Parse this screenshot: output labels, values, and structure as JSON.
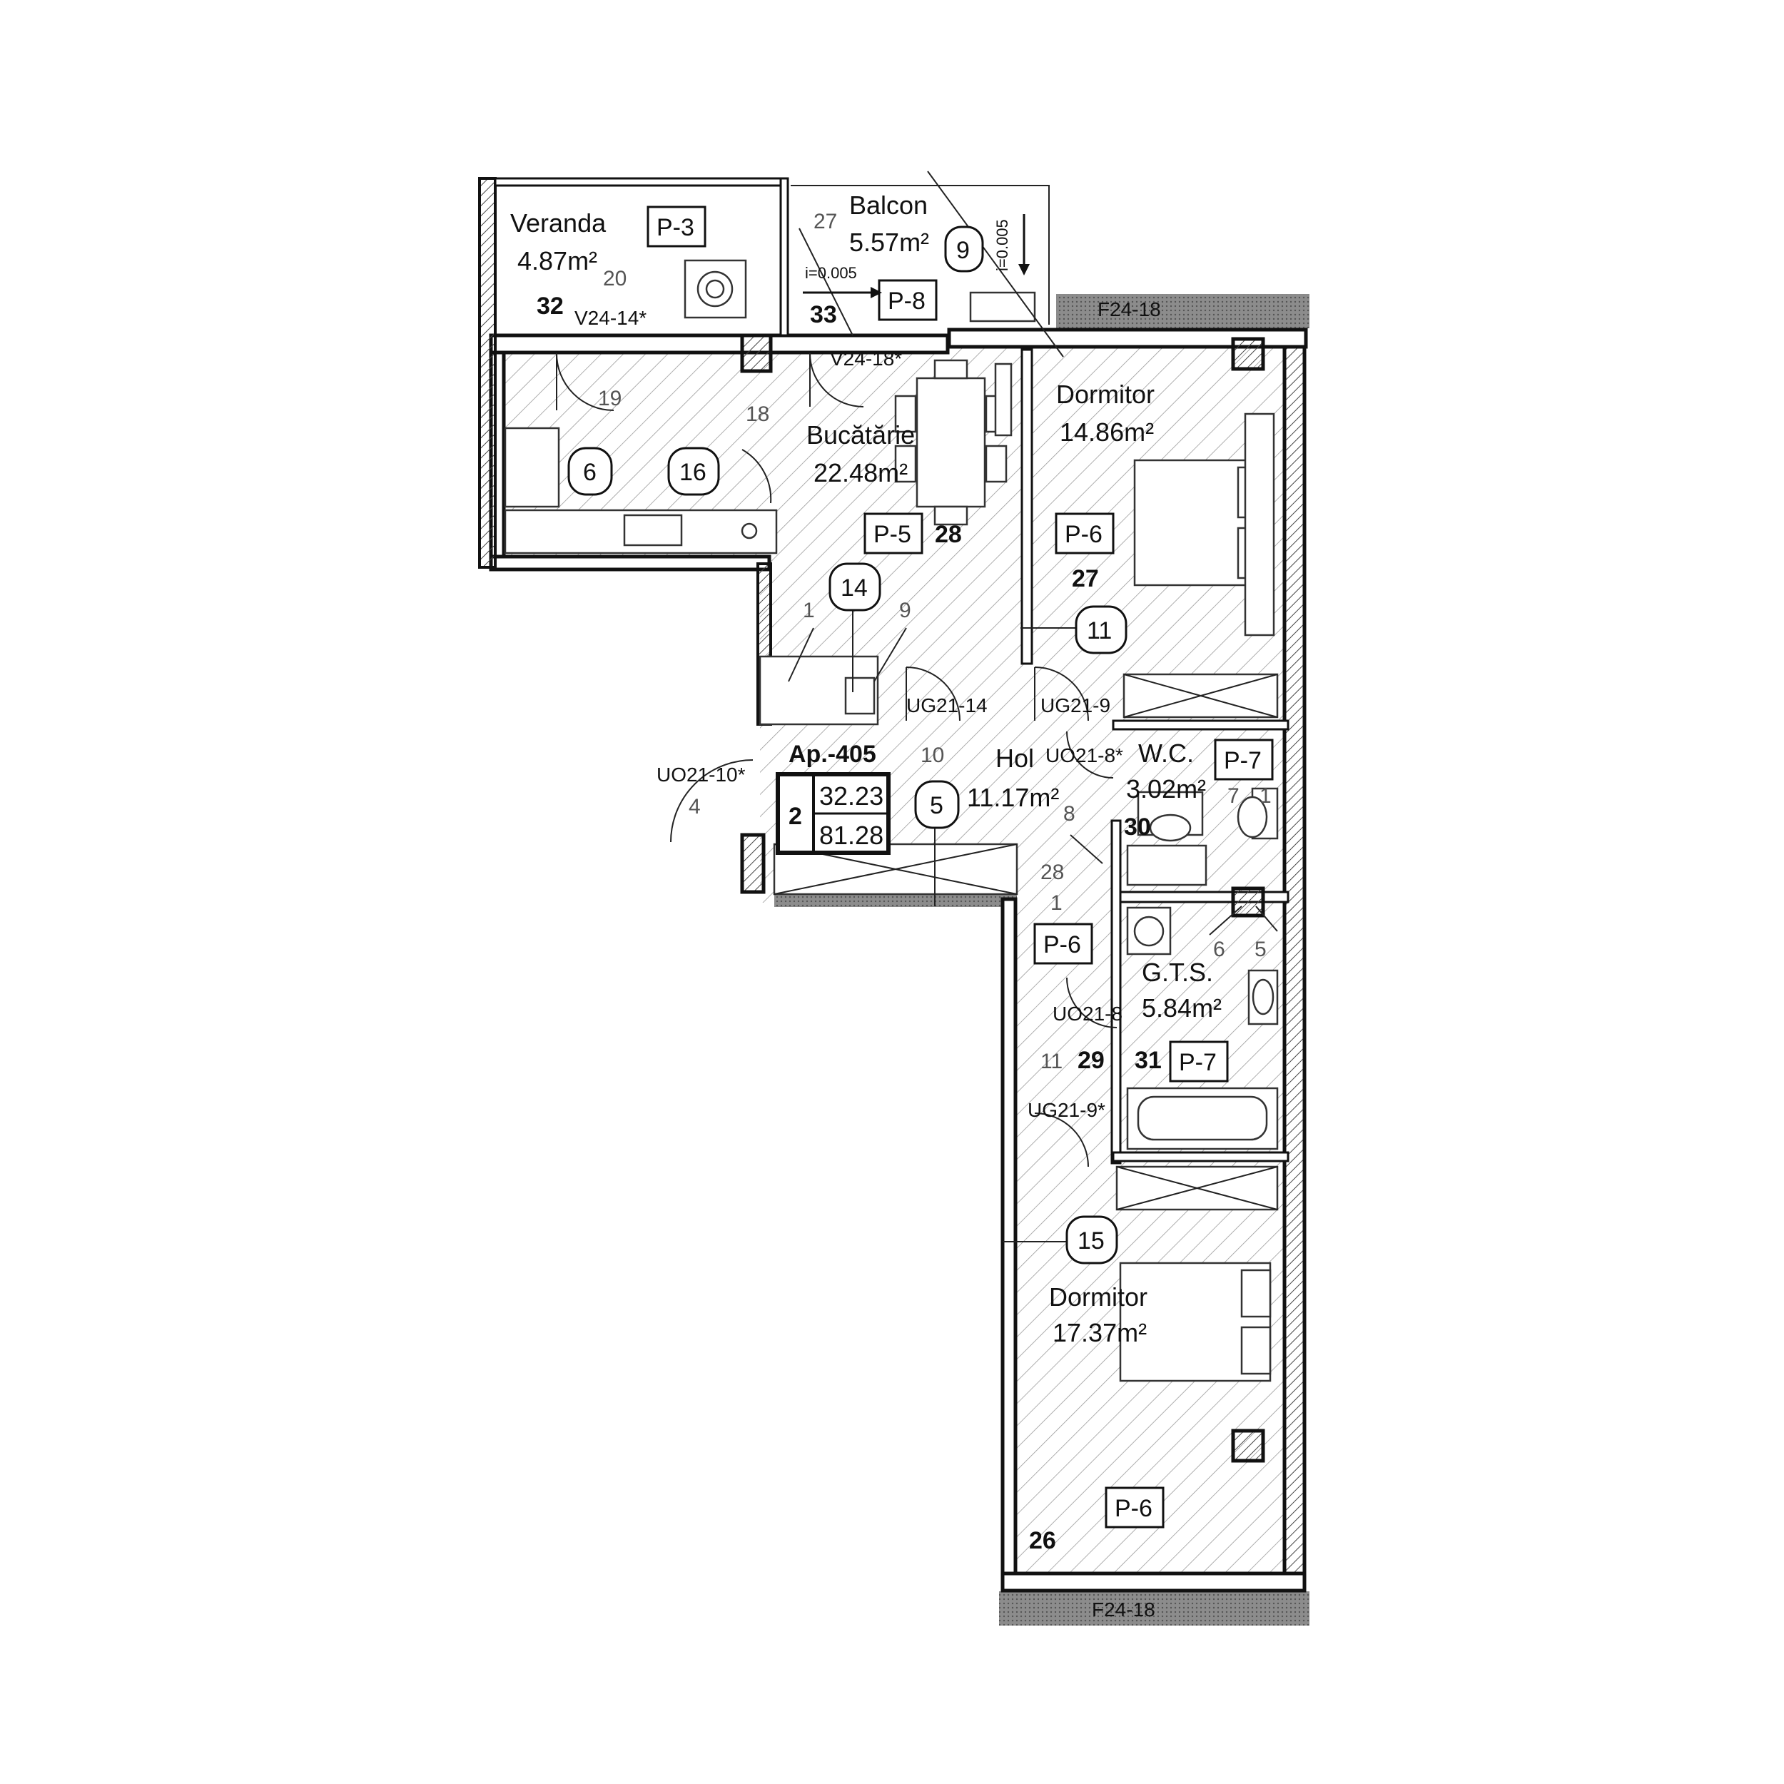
{
  "apartment": {
    "name": "Ap.-405",
    "rooms": "2",
    "area_useful": "32.23",
    "area_total": "81.28"
  },
  "rooms": {
    "veranda": {
      "name": "Veranda",
      "area": "4.87m²"
    },
    "balcon": {
      "name": "Balcon",
      "area": "5.57m²"
    },
    "bucatarie": {
      "name": "Bucătărie",
      "area": "22.48m²"
    },
    "dormitor1": {
      "name": "Dormitor",
      "area": "14.86m²"
    },
    "hol": {
      "name": "Hol",
      "area": "11.17m²"
    },
    "wc": {
      "name": "W.C.",
      "area": "3.02m²"
    },
    "gts": {
      "name": "G.T.S.",
      "area": "5.84m²"
    },
    "dormitor2": {
      "name": "Dormitor",
      "area": "17.37m²"
    }
  },
  "finish_tags": {
    "veranda": "P-3",
    "balcon": "P-8",
    "bucatarie": "P-5",
    "dormitor1": "P-6",
    "wc": "P-7",
    "hol": "P-6",
    "gts": "P-7",
    "dormitor2": "P-6"
  },
  "circle_markers": {
    "balcon": "9",
    "kitchen_a": "6",
    "kitchen_b": "16",
    "hol_a": "14",
    "dormitor1": "11",
    "hol_b": "5",
    "dormitor2": "15"
  },
  "bold_numbers": {
    "veranda": "32",
    "balcon": "33",
    "kitchen": "28",
    "dormitor1": "27",
    "wc": "30",
    "gts_a": "29",
    "gts_b": "31",
    "dormitor2": "26"
  },
  "door_window_codes": {
    "v1": "V24-14*",
    "v2": "V24-18*",
    "f_top": "F24-18",
    "f_bottom": "F24-18",
    "ug1": "UG21-14",
    "ug2": "UG21-9",
    "uo1": "UO21-8*",
    "uo_entry": "UO21-10*",
    "uo2": "UO21-8",
    "ug3": "UG21-9*"
  },
  "slopes": {
    "s1": "i=0.005",
    "s2": "i=0.005"
  },
  "ref_numbers": {
    "n27": "27",
    "n20": "20",
    "n19": "19",
    "n18": "18",
    "n1a": "1",
    "n9": "9",
    "n10": "10",
    "n4": "4",
    "n8": "8",
    "n28": "28",
    "n1b": "1",
    "n7": "7",
    "n1c": "1",
    "n6": "6",
    "n5": "5",
    "n11": "11"
  }
}
